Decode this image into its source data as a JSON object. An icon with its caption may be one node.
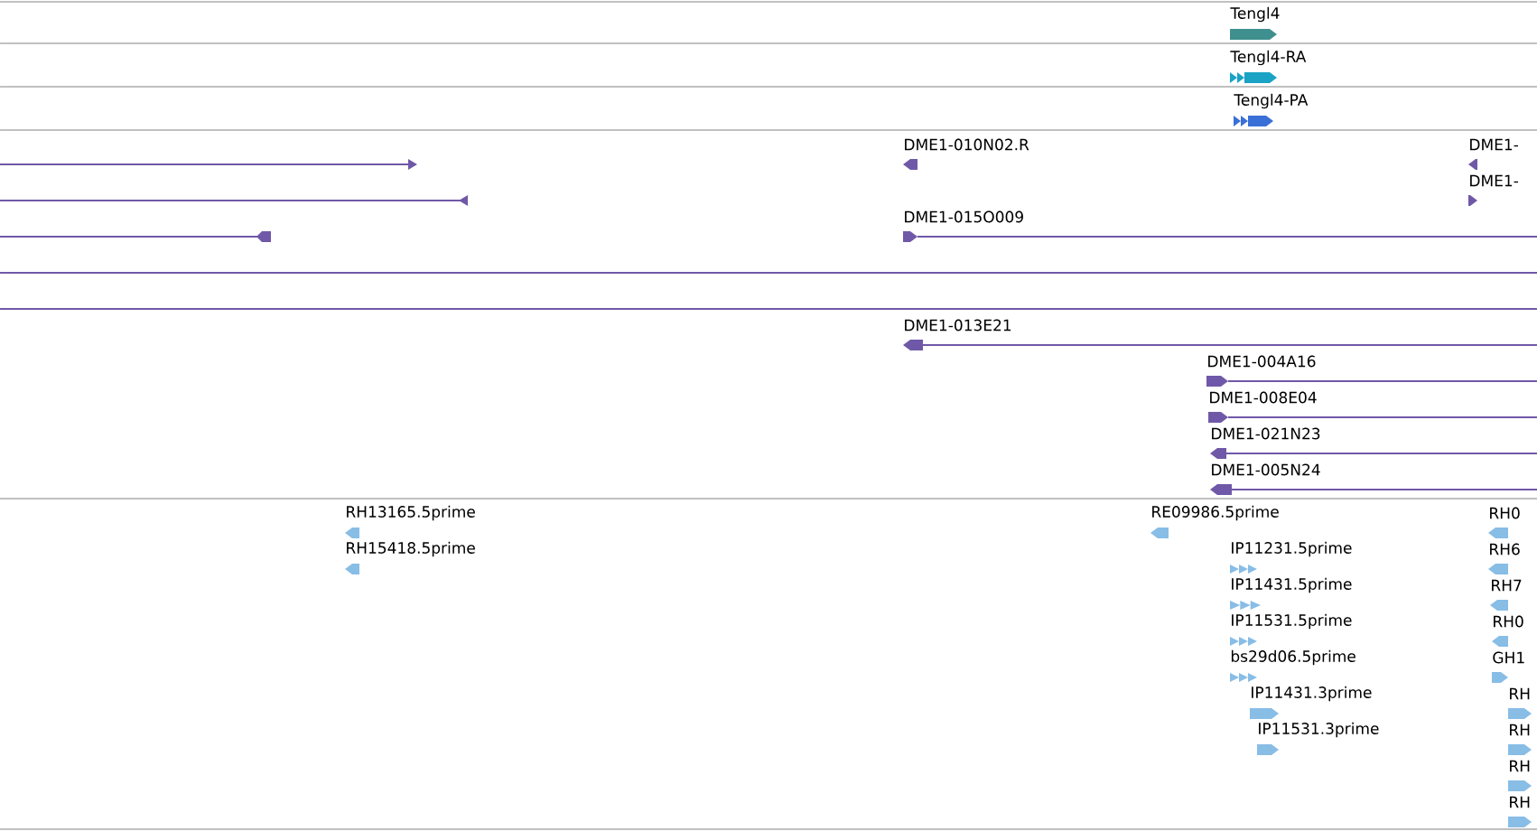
{
  "diagram": {
    "labels": [
      "Tengl4",
      "Tengl4-RA",
      "Tengl4-PA",
      "DME1-010N02.R",
      "DME1-",
      "DME1-",
      "DME1-015O009",
      "DME1-013E21",
      "DME1-004A16",
      "DME1-008E04",
      "DME1-021N23",
      "DME1-005N24",
      "RH13165.5prime",
      "RE09986.5prime",
      "RH0",
      "RH15418.5prime",
      "IP11231.5prime",
      "RH6",
      "IP11431.5prime",
      "RH7",
      "IP11531.5prime",
      "RH0",
      "bs29d06.5prime",
      "GH1",
      "IP11431.3prime",
      "RH",
      "IP11531.3prime",
      "RH",
      "RH",
      "RH"
    ]
  }
}
